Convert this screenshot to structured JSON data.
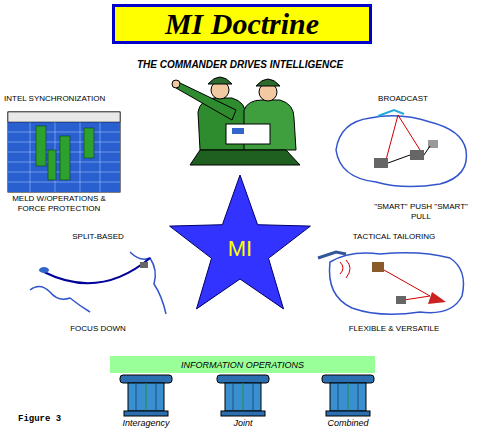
{
  "diagram": {
    "title": "MI Doctrine",
    "nodes": [
      {
        "text": [
          "INTEL SYNCHRONIZATION",
          "MELD W/OPERATIONS & FORCE PROTECTION"
        ]
      },
      {
        "text": [
          "BROADCAST",
          "\"SMART\" PUSH \"SMART\" PULL"
        ]
      },
      {
        "text": [
          "MI"
        ]
      },
      {
        "text": [
          "SPLIT-BASED",
          "FOCUS DOWN"
        ]
      },
      {
        "text": [
          "TACTICAL TAILORING",
          "FLEXIBLE & VERSATILE"
        ]
      },
      {
        "text": [
          "INFORMATION OPERATIONS"
        ]
      }
    ],
    "labels": [
      "THE COMMANDER DRIVES INTELLIGENCE",
      "Figure 3",
      "Interagency",
      "Joint",
      "Combined"
    ]
  }
}
